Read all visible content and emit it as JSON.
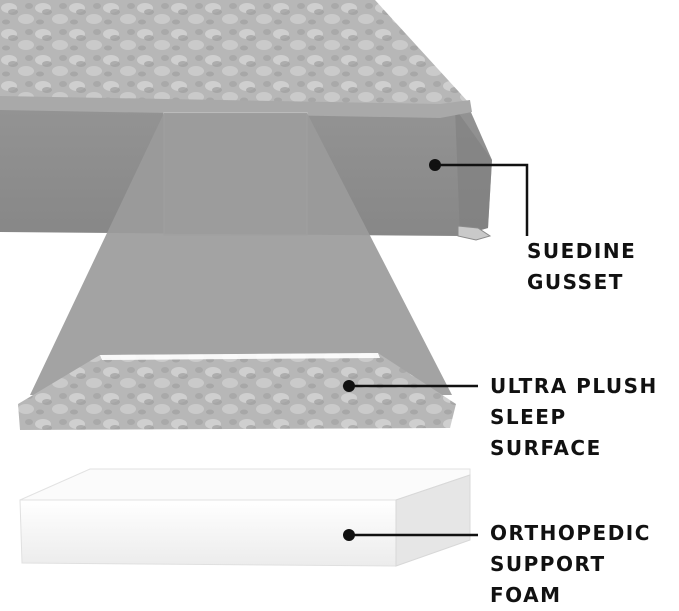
{
  "labels": {
    "gusset": {
      "line1": "SUEDINE",
      "line2": "GUSSET"
    },
    "surface": {
      "line1": "ULTRA PLUSH",
      "line2": "SLEEP SURFACE"
    },
    "foam": {
      "line1": "ORTHOPEDIC",
      "line2": "SUPPORT FOAM"
    }
  },
  "colors": {
    "fur": "#b5b5b5",
    "gusset": "#8f8f8f",
    "trapezoid": "#9b9b9b",
    "foam": "#f7f7f7",
    "callout": "#111111"
  }
}
